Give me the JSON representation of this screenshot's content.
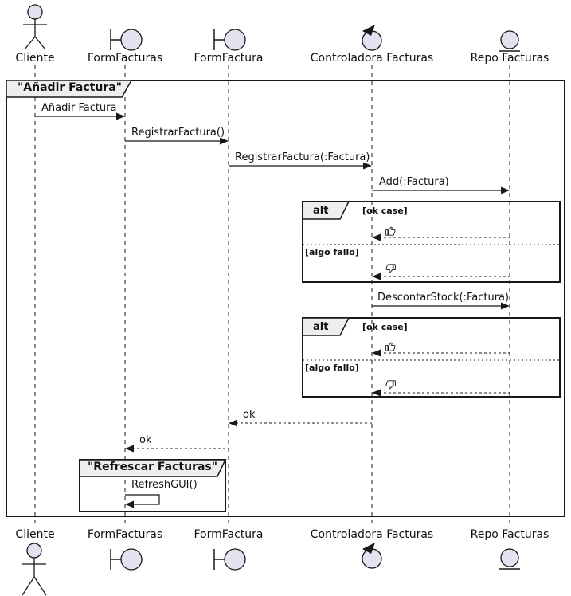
{
  "frame": {
    "title": "\"Añadir Factura\""
  },
  "participants": [
    {
      "name": "Cliente",
      "type": "actor"
    },
    {
      "name": "FormFacturas",
      "type": "boundary"
    },
    {
      "name": "FormFactura",
      "type": "boundary"
    },
    {
      "name": "Controladora Facturas",
      "type": "control"
    },
    {
      "name": "Repo Facturas",
      "type": "entity"
    }
  ],
  "messages": {
    "anadir_factura": "Añadir Factura",
    "registrar_factura": "RegistrarFactura()",
    "registrar_factura_param": "RegistrarFactura(:Factura)",
    "add_factura": "Add(:Factura)",
    "descontar_stock": "DescontarStock(:Factura)",
    "ok_1": "ok",
    "ok_2": "ok",
    "refresh_gui": "RefreshGUI()"
  },
  "alt_blocks": [
    {
      "operator": "alt",
      "guard_ok": "[ok case]",
      "guard_fail": "[algo fallo]",
      "ok_icon": "thumbs-up-icon",
      "fail_icon": "thumbs-down-icon"
    },
    {
      "operator": "alt",
      "guard_ok": "[ok case]",
      "guard_fail": "[algo fallo]",
      "ok_icon": "thumbs-up-icon",
      "fail_icon": "thumbs-down-icon"
    }
  ],
  "group": {
    "title": "\"Refrescar Facturas\""
  },
  "colors": {
    "participant_fill": "#E2E2F0",
    "frame_header_fill": "#EEEEEE",
    "line": "#181818",
    "lifeline": "#999999",
    "background": "#FFFFFF"
  }
}
